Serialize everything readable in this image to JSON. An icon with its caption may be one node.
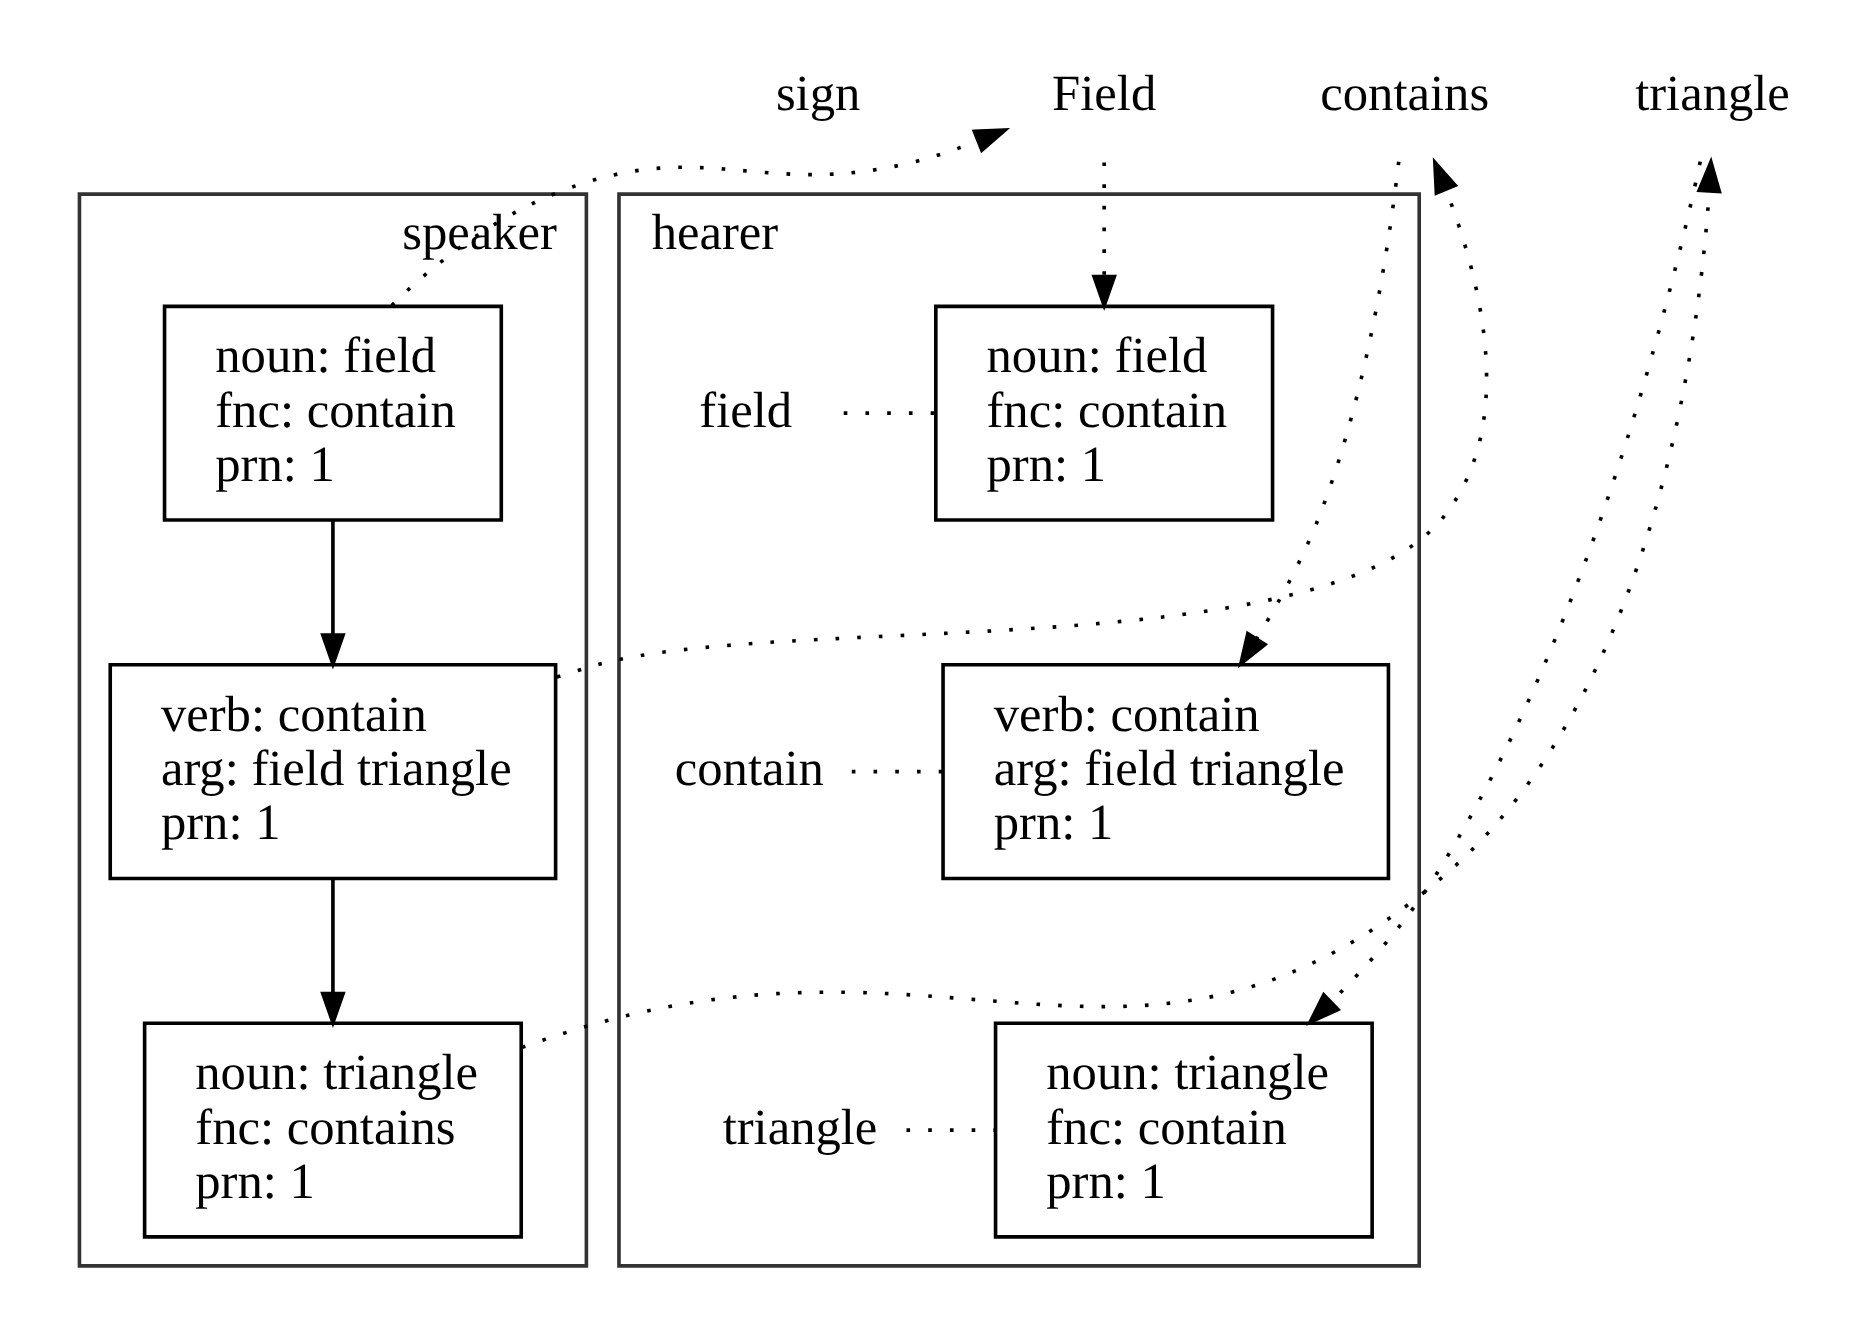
{
  "diagram": {
    "nodes": [
      {
        "text": [
          "hearer"
        ]
      },
      {
        "text": [
          "field"
        ],
        "in": 0
      },
      {
        "text": [
          "noun: field",
          "fnc: contain",
          "prn: 1"
        ],
        "in": 0
      },
      {
        "text": [
          "contain"
        ],
        "in": 0
      },
      {
        "text": [
          "verb: contain",
          "arg: field triangle",
          "prn: 1"
        ],
        "in": 0
      },
      {
        "text": [
          "triangle"
        ],
        "in": 0
      },
      {
        "text": [
          "noun: triangle",
          "fnc: contain",
          "prn: 1"
        ],
        "in": 0
      },
      {
        "text": [
          "speaker"
        ]
      },
      {
        "text": [
          "noun: field",
          "fnc: contain",
          "prn: 1"
        ],
        "in": 7
      },
      {
        "text": [
          "verb: contain",
          "arg: field triangle",
          "prn: 1"
        ],
        "in": 7
      },
      {
        "text": [
          "noun: triangle",
          "fnc: contains",
          "prn: 1"
        ],
        "in": 7
      },
      {
        "text": [
          "Field"
        ]
      },
      {
        "text": [
          "contains"
        ]
      },
      {
        "text": [
          "triangle"
        ]
      }
    ],
    "edges": [
      {
        "from": 1,
        "to": 2,
        "arrow": "none",
        "style": "dashed"
      },
      {
        "from": 3,
        "to": 4,
        "arrow": "none",
        "style": "dashed"
      },
      {
        "from": 5,
        "to": 6,
        "arrow": "none",
        "style": "dashed"
      },
      {
        "from": 8,
        "to": 9,
        "arrow": "to"
      },
      {
        "from": 9,
        "to": 10,
        "arrow": "to"
      },
      {
        "from": 8,
        "to": 11,
        "arrow": "to",
        "style": "dashed"
      },
      {
        "from": 9,
        "to": 12,
        "arrow": "to",
        "style": "dashed"
      },
      {
        "from": 10,
        "to": 13,
        "arrow": "to",
        "style": "dashed"
      },
      {
        "from": 11,
        "to": 2,
        "arrow": "to",
        "style": "dashed"
      },
      {
        "from": 12,
        "to": 4,
        "arrow": "to",
        "style": "dashed"
      },
      {
        "from": 13,
        "to": 6,
        "arrow": "to",
        "style": "dashed"
      }
    ],
    "labels": [
      "sign"
    ]
  }
}
